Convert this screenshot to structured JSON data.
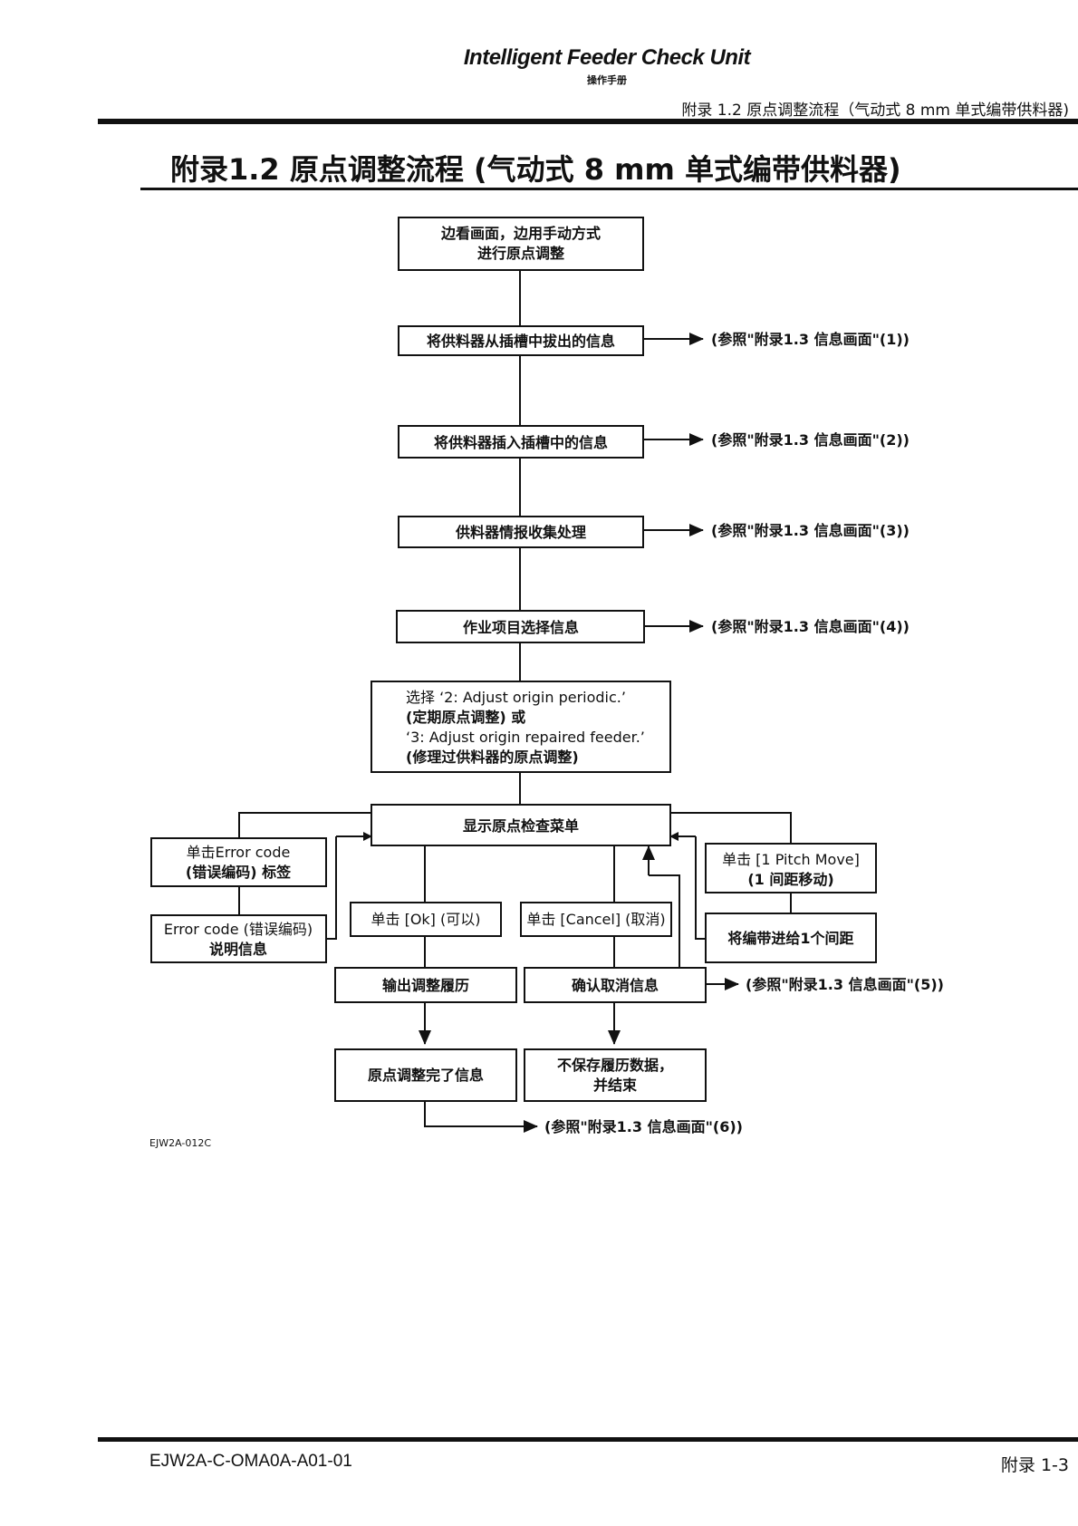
{
  "header": {
    "product": "Intelligent  Feeder Check Unit",
    "manual": "操作手册",
    "section": "附录 1.2  原点调整流程（气动式 8 mm 单式编带供料器)"
  },
  "title": "附录1.2  原点调整流程 (气动式 8 mm 单式编带供料器)",
  "flow": {
    "step1": [
      "边看画面，边用手动方式",
      "进行原点调整"
    ],
    "step2": "将供料器从插槽中拔出的信息",
    "step3": "将供料器插入插槽中的信息",
    "step4": "供料器情报收集处理",
    "step5": "作业项目选择信息",
    "step6": [
      "选择 ‘2: Adjust origin periodic.’",
      "(定期原点调整) 或",
      "‘3: Adjust origin repaired feeder.’",
      "(修理过供料器的原点调整)"
    ],
    "menu": "显示原点检查菜单",
    "error_tab": [
      "单击Error code",
      "(错误编码) 标签"
    ],
    "error_info": [
      "Error code (错误编码)",
      "说明信息"
    ],
    "ok": "单击 [Ok] (可以)",
    "cancel": "单击 [Cancel] (取消)",
    "pitch_move": [
      "单击 [1 Pitch Move]",
      "(1 间距移动)"
    ],
    "feed_pitch": "将编带进给1个间距",
    "output_history": "输出调整履历",
    "confirm_cancel": "确认取消信息",
    "complete": "原点调整完了信息",
    "no_save": [
      "不保存履历数据，",
      "并结束"
    ]
  },
  "refs": {
    "r1": "(参照\"附录1.3 信息画面\"(1))",
    "r2": "(参照\"附录1.3 信息画面\"(2))",
    "r3": "(参照\"附录1.3 信息画面\"(3))",
    "r4": "(参照\"附录1.3 信息画面\"(4))",
    "r5": "(参照\"附录1.3 信息画面\"(5))",
    "r6": "(参照\"附录1.3 信息画面\"(6))"
  },
  "diagram_id": "EJW2A-012C",
  "footer": {
    "doc_code": "EJW2A-C-OMA0A-A01-01",
    "page": "附录 1-3"
  }
}
